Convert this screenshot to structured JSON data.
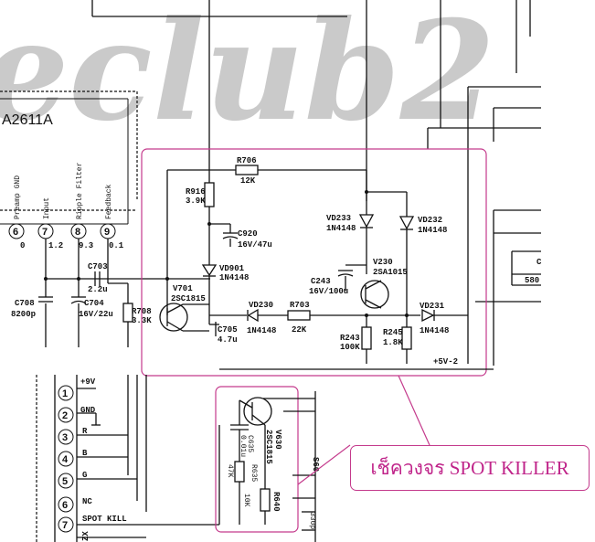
{
  "watermark": "eclub2",
  "ic": {
    "title": "A2611A",
    "pins": [
      {
        "num": "6",
        "label": "Preamp GND",
        "voltage": "0"
      },
      {
        "num": "7",
        "label": "Input",
        "voltage": "1.2"
      },
      {
        "num": "8",
        "label": "Ripple Filter",
        "voltage": "9.3"
      },
      {
        "num": "9",
        "label": "Feedback",
        "voltage": "0.1"
      }
    ]
  },
  "components": {
    "r706_ref": "R706",
    "r706_val": "12K",
    "r916_ref": "R916",
    "r916_val": "3.9K",
    "c920_ref": "C920",
    "c920_val": "16V/47u",
    "vd901_ref": "VD901",
    "vd901_val": "1N4148",
    "vd233_ref": "VD233",
    "vd233_val": "1N4148",
    "vd232_ref": "VD232",
    "vd232_val": "1N4148",
    "c703_ref": "C703",
    "c703_val": "2.2u",
    "c243_ref": "C243",
    "c243_val": "16V/100u",
    "v230_ref": "V230",
    "v230_val": "2SA1015",
    "v701_ref": "V701",
    "v701_val": "2SC1815",
    "c708_ref": "C708",
    "c708_val": "8200p",
    "c704_ref": "C704",
    "c704_val": "16V/22u",
    "r708_ref": "R708",
    "r708_val": "3.3K",
    "vd230_ref": "VD230",
    "vd230_val": "1N4148",
    "r703_ref": "R703",
    "r703_val": "22K",
    "vd231_ref": "VD231",
    "vd231_val": "1N4148",
    "c705_ref": "C705",
    "c705_val": "4.7u",
    "r243_ref": "R243",
    "r243_val": "100K",
    "r245_ref": "R245",
    "r245_val": "1.8K",
    "supply": "+5V-2",
    "right_c": "C",
    "right_580": "580",
    "v630_ref": "V630",
    "v630_val": "2SC1815",
    "c635_ref": "C635",
    "c635_val": "0.01u",
    "r635_ref": "R635",
    "r635_val": "10K",
    "r640_ref": "R640",
    "extra_47k": "47K",
    "s60": "S60",
    "c330": "330p"
  },
  "connector": {
    "top_label": "+9V",
    "pins": [
      {
        "num": "1",
        "label": ""
      },
      {
        "num": "2",
        "label": "GND"
      },
      {
        "num": "3",
        "label": "R"
      },
      {
        "num": "4",
        "label": "B"
      },
      {
        "num": "5",
        "label": "G"
      },
      {
        "num": "6",
        "label": "NC"
      },
      {
        "num": "7",
        "label": "SPOT KILL"
      },
      {
        "num": "",
        "label": "ZX"
      }
    ]
  },
  "callout": {
    "text": "เช็ควงจร SPOT KILLER"
  },
  "colors": {
    "highlight": "#c43a8c",
    "callout_text": "#c0258a",
    "ink": "#111111",
    "watermark": "#b9b9b9"
  }
}
